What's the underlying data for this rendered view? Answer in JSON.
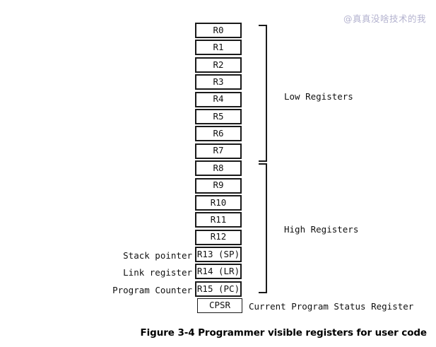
{
  "watermark": {
    "text": "@真真没啥技术的我",
    "color": "#b3b2cf"
  },
  "diagram": {
    "registers": [
      {
        "name": "R0",
        "side_label": ""
      },
      {
        "name": "R1",
        "side_label": ""
      },
      {
        "name": "R2",
        "side_label": ""
      },
      {
        "name": "R3",
        "side_label": ""
      },
      {
        "name": "R4",
        "side_label": ""
      },
      {
        "name": "R5",
        "side_label": ""
      },
      {
        "name": "R6",
        "side_label": ""
      },
      {
        "name": "R7",
        "side_label": ""
      },
      {
        "name": "R8",
        "side_label": ""
      },
      {
        "name": "R9",
        "side_label": ""
      },
      {
        "name": "R10",
        "side_label": ""
      },
      {
        "name": "R11",
        "side_label": ""
      },
      {
        "name": "R12",
        "side_label": ""
      },
      {
        "name": "R13 (SP)",
        "side_label": "Stack pointer"
      },
      {
        "name": "R14 (LR)",
        "side_label": "Link register"
      },
      {
        "name": "R15 (PC)",
        "side_label": "Program Counter"
      }
    ],
    "status_register": {
      "name": "CPSR",
      "description": "Current Program Status Register"
    },
    "groups": [
      {
        "label": "Low Registers",
        "from": "R0",
        "to": "R7"
      },
      {
        "label": "High Registers",
        "from": "R8",
        "to": "R15 (PC)"
      }
    ],
    "side_labels": [
      "Stack pointer",
      "Link register",
      "Program Counter"
    ],
    "stroke_color": "#1a1a1a"
  },
  "caption": {
    "text": "Figure 3-4 Programmer visible registers for user code"
  }
}
